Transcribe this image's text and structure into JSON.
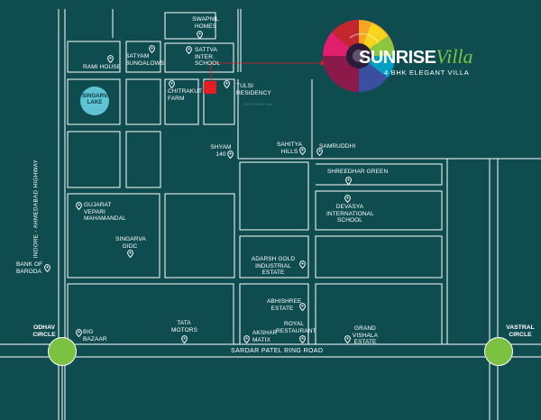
{
  "brand": {
    "name_part1": "SUNRISE",
    "name_part2": "Villa",
    "tagline": "4 BHK ELEGANT VILLA",
    "colors": {
      "white": "#ffffff",
      "green": "#7cc242"
    }
  },
  "roads": {
    "ring_road": "SARDAR PATEL RING ROAD",
    "highway": "INDORE - AHMEDABAD HIGHWAY"
  },
  "circles": {
    "odhav": "ODHAV CIRCLE",
    "vastral": "VASTRAL CIRCLE",
    "color": "#7cc242"
  },
  "lake": {
    "label": "SINGARVA LAKE",
    "color": "#5ec3d2"
  },
  "site_marker": {
    "color": "#e31e24"
  },
  "watermark": "PROPTIGER.com",
  "landmarks": {
    "swapnil": "SWAPNIL HOMES",
    "rami": "RAMI HOUSE",
    "satyam": "SATYAM BUNGALOWS",
    "sattva": "SATTVA INTER. SCHOOL",
    "chitrakut": "CHITRAKUT FARM",
    "tulsi": "TULSI RESIDENCY",
    "shyam": "SHYAM 140",
    "sahitya": "SAHITYA HILLS",
    "samruddhi": "SAMRUDDHI",
    "shreedhar": "SHREEDHAR GREEN",
    "devasya": "DEVASYA INTERNATIONAL SCHOOL",
    "gujarat_vepari": "GUJARAT VEPARI MAHAMANDAL",
    "singarva_gidc": "SINGARVA GIDC",
    "bank_of_baroda": "BANK OF BARODA",
    "adarsh": "ADARSH GOLD INDUSTRIAL ESTATE",
    "abhishree": "ABHISHREE ESTATE",
    "royal": "ROYAL RESTAURANT",
    "akshar": "AKSHAR MATIX",
    "grand": "GRAND VISHALA ESTATE",
    "tata": "TATA MOTORS",
    "big_bazaar": "BIG BAZAAR"
  }
}
